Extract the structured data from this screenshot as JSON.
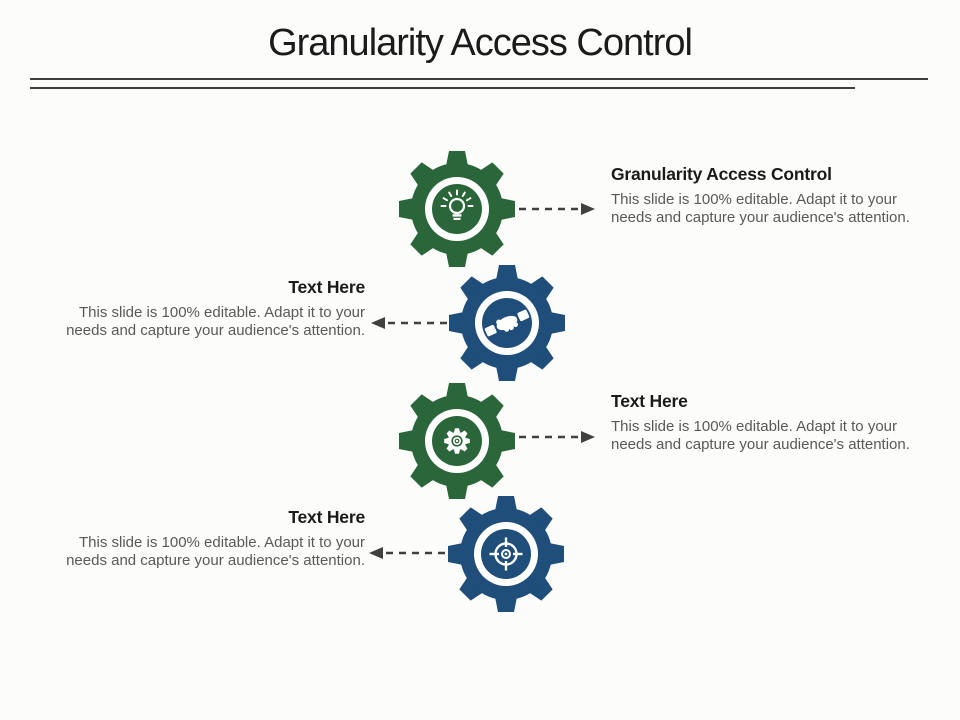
{
  "slide": {
    "title": "Granularity Access Control"
  },
  "colors": {
    "green": "#2B663A",
    "blue": "#1E4E79",
    "arrow": "#404040",
    "heading_text": "#1B1B1B",
    "body_text": "#595959",
    "rule": "#3F3F3F",
    "background": "#FCFCFB",
    "icon": "#FFFFFF"
  },
  "items": [
    {
      "heading": "Granularity Access Control",
      "body_line1": "This slide is 100% editable. Adapt it to your",
      "body_line2": "needs and capture your audience's attention.",
      "side": "right",
      "gear_color": "green",
      "arrow_direction": "right",
      "icon": "lightbulb-icon"
    },
    {
      "heading": "Text Here",
      "body_line1": "This slide is 100% editable. Adapt it to your",
      "body_line2": "needs and capture your audience's attention.",
      "side": "left",
      "gear_color": "blue",
      "arrow_direction": "left",
      "icon": "handshake-icon"
    },
    {
      "heading": "Text Here",
      "body_line1": "This slide is 100% editable. Adapt it to your",
      "body_line2": "needs and capture your audience's attention.",
      "side": "right",
      "gear_color": "green",
      "arrow_direction": "right",
      "icon": "gear-icon"
    },
    {
      "heading": "Text Here",
      "body_line1": "This slide is 100% editable. Adapt it to your",
      "body_line2": "needs and capture your audience's attention.",
      "side": "left",
      "gear_color": "blue",
      "arrow_direction": "left",
      "icon": "target-icon"
    }
  ]
}
